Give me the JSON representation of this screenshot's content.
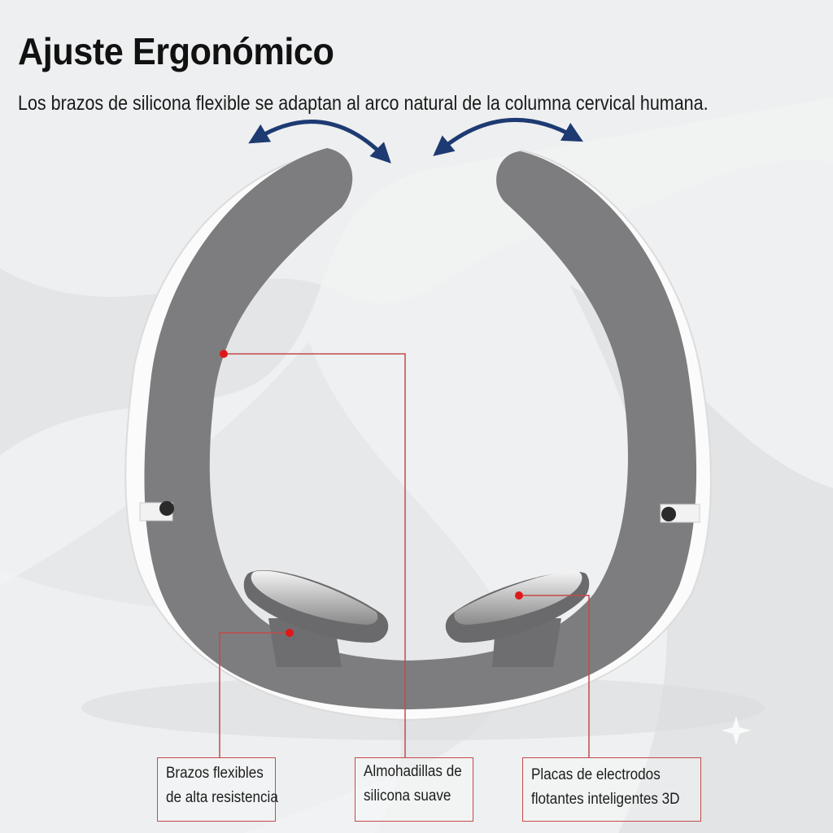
{
  "header": {
    "title": "Ajuste Ergonómico",
    "subtitle": "Los brazos de silicona flexible se adaptan al arco natural de la columna cervical humana."
  },
  "callouts": [
    {
      "line1": "Brazos flexibles",
      "line2": "de alta resistencia"
    },
    {
      "line1": "Almohadillas de",
      "line2": "silicona suave"
    },
    {
      "line1": "Placas de electrodos",
      "line2": "flotantes inteligentes 3D"
    }
  ],
  "colors": {
    "arrow": "#1d3a72",
    "callout_line": "#c44a4a",
    "marker_dot": "#e01818",
    "silicone": "#7d7d7f",
    "shell": "#ffffff"
  },
  "icons": [
    "flex-arrow-left-icon",
    "flex-arrow-right-icon"
  ]
}
